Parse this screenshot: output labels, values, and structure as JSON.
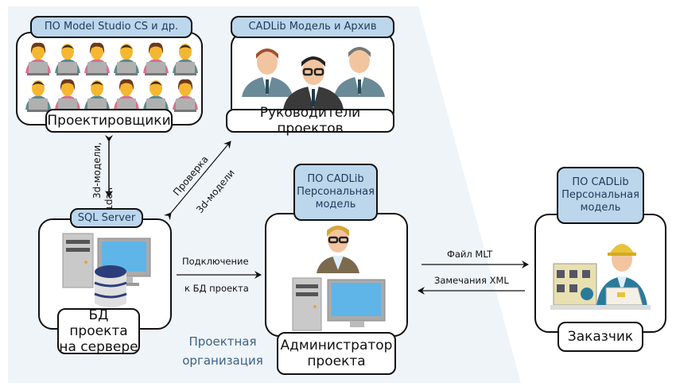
{
  "diagram": {
    "organization_label": [
      "Проектная",
      "организация"
    ],
    "nodes": {
      "designers": {
        "software": "ПО Model Studio CS и др.",
        "role": "Проектировщики",
        "icon": "designers-group-icon"
      },
      "managers": {
        "software": "CADLib Модель и Архив",
        "role": "Руководители проектов",
        "icon": "managers-group-icon"
      },
      "server": {
        "software": "SQL Server",
        "role": [
          "БД проекта",
          "на сервере"
        ],
        "icon": "database-server-icon"
      },
      "admin": {
        "software": [
          "ПО CADLib",
          "Персональная",
          "модель"
        ],
        "role": [
          "Администратор",
          "проекта"
        ],
        "icon": "admin-workstation-icon"
      },
      "customer": {
        "software": [
          "ПО CADLib",
          "Персональная",
          "модель"
        ],
        "role": "Заказчик",
        "icon": "customer-engineer-icon"
      }
    },
    "edges": {
      "designers_server": [
        "3d-модели,",
        "чертежи"
      ],
      "server_managers": [
        "Проверка",
        "3d-модели"
      ],
      "server_admin": [
        "Подключение",
        "к БД проекта"
      ],
      "admin_customer": "Файл MLT",
      "customer_admin": "Замечания XML"
    },
    "colors": {
      "tag_fill": "#bcd6ec",
      "org_area": "#eff4f9",
      "org_text": "#3c6285"
    }
  }
}
